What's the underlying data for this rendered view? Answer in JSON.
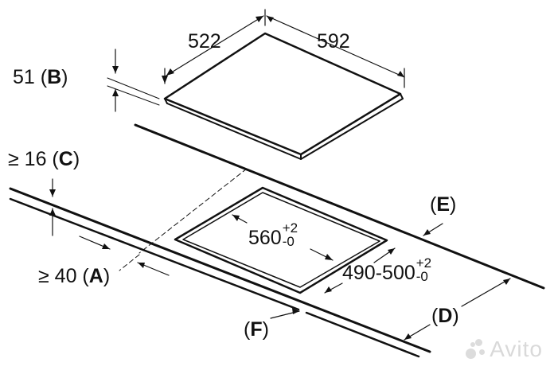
{
  "dimensions": {
    "width_top": "522",
    "depth_top": "592",
    "thickness": "51",
    "thickness_letter": "B",
    "min_front_gap_prefix": "≥ 16",
    "min_front_gap_letter": "C",
    "min_rear_gap_prefix": "≥ 40",
    "min_rear_gap_letter": "A",
    "cutout_width": "560",
    "cutout_width_tol_plus": "+2",
    "cutout_width_tol_minus": "-0",
    "cutout_depth": "490-500",
    "cutout_depth_tol_plus": "+2",
    "cutout_depth_tol_minus": "-0",
    "letter_e": "E",
    "letter_d": "D",
    "letter_f": "F"
  },
  "watermark": "Avito"
}
